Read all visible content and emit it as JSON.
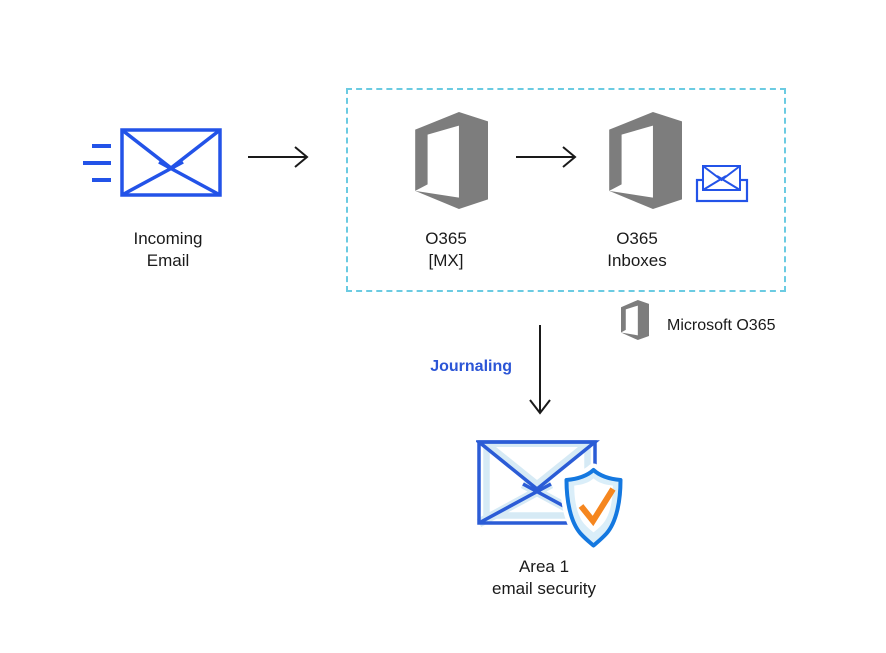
{
  "diagram": {
    "nodes": {
      "incoming_email": {
        "label": "Incoming\nEmail"
      },
      "o365_mx": {
        "label": "O365\n[MX]"
      },
      "o365_inboxes": {
        "label": "O365\nInboxes"
      },
      "area1": {
        "label": "Area 1\nemail security"
      }
    },
    "flow": {
      "journaling_label": "Journaling"
    },
    "legend": {
      "label": "Microsoft O365"
    }
  },
  "colors": {
    "accent_blue": "#2353E8",
    "envelope_blue": "#2B5CD6",
    "light_blue_fill": "#D6EAF5",
    "shield_fill": "#DAEEF9",
    "shield_blue": "#1478E0",
    "check_orange": "#F5861F",
    "o365_gray": "#7D7D7D",
    "dashed_border": "#6BCBE2",
    "journaling_blue": "#2B55D6",
    "arrow_black": "#1A1A1A",
    "label_black": "#1A1A1A"
  }
}
